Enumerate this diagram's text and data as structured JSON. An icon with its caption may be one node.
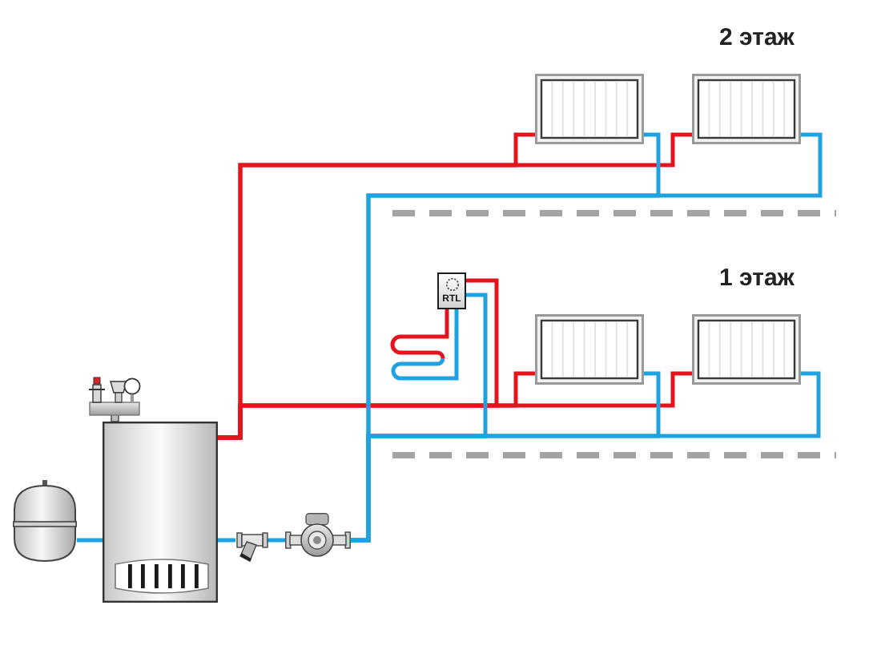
{
  "diagram": {
    "nodes": [
      {
        "text": [],
        "shape": "picture"
      },
      {
        "text": [],
        "shape": "picture"
      },
      {
        "text": [
          "RTL"
        ]
      },
      {
        "text": [],
        "shape": "picture"
      },
      {
        "text": [],
        "shape": "picture"
      },
      {
        "text": [],
        "shape": "picture"
      },
      {
        "text": [],
        "shape": "picture"
      },
      {
        "text": [],
        "shape": "picture"
      },
      {
        "text": [],
        "shape": "picture"
      },
      {
        "text": [],
        "shape": "picture"
      },
      {
        "text": [],
        "shape": "picture"
      }
    ],
    "edges": [
      {
        "from": 7,
        "to": 0,
        "arrow": "none",
        "color": "#e3141c"
      },
      {
        "from": 7,
        "to": 1,
        "arrow": "none",
        "color": "#e3141c"
      },
      {
        "from": 7,
        "to": 4,
        "arrow": "none",
        "color": "#e3141c"
      },
      {
        "from": 7,
        "to": 5,
        "arrow": "none",
        "color": "#e3141c"
      },
      {
        "from": 7,
        "to": 2,
        "arrow": "none",
        "color": "#e3141c"
      },
      {
        "from": 2,
        "to": 3,
        "arrow": "none",
        "color": "#e3141c"
      },
      {
        "from": 3,
        "to": 2,
        "arrow": "none"
      },
      {
        "from": 0,
        "to": 10,
        "arrow": "none"
      },
      {
        "from": 1,
        "to": 10,
        "arrow": "none"
      },
      {
        "from": 4,
        "to": 10,
        "arrow": "none"
      },
      {
        "from": 5,
        "to": 10,
        "arrow": "none"
      },
      {
        "from": 2,
        "to": 10,
        "arrow": "none"
      },
      {
        "from": 10,
        "to": 9,
        "arrow": "none"
      },
      {
        "from": 9,
        "to": 7,
        "arrow": "none"
      },
      {
        "from": 8,
        "to": 7,
        "arrow": "none"
      }
    ],
    "labels": [
      "2 этаж",
      "1 этаж"
    ]
  }
}
